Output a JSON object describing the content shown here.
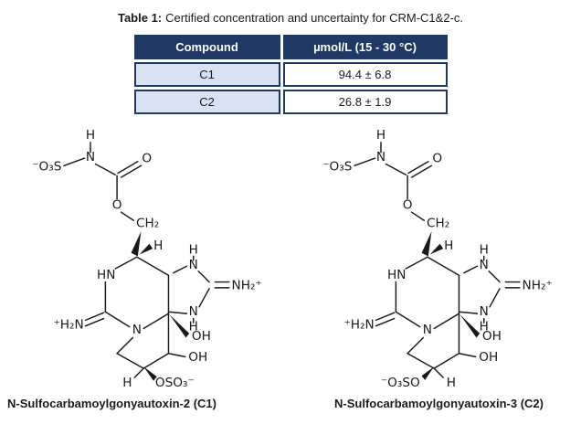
{
  "caption": {
    "label": "Table 1:",
    "text": "Certified concentration and uncertainty for CRM-C1&2-c."
  },
  "table": {
    "headers": [
      "Compound",
      "µmol/L (15 - 30 °C)"
    ],
    "rows": [
      {
        "compound": "C1",
        "value": "94.4 ± 6.8"
      },
      {
        "compound": "C2",
        "value": "26.8 ± 1.9"
      }
    ],
    "colors": {
      "header_bg": "#1F3864",
      "header_text": "#FFFFFF",
      "row_label_bg": "#D9E2F3",
      "border": "#1F3864"
    }
  },
  "molecules": [
    {
      "caption": "N-Sulfocarbamoylgonyautoxin-2 (C1)",
      "labels": {
        "sulfamate": "⁻O₃S",
        "nh_h": "H",
        "nh_n": "N",
        "carbonyl_o": "O",
        "ester_o": "O",
        "methylene": "CH₂",
        "ring_h_left": "H",
        "hn": "HN",
        "h2n_plus": "⁺H₂N",
        "ring_n": "N",
        "imid_h_top": "H",
        "imid_n_top": "N",
        "nh2_plus": "NH₂⁺",
        "imid_n_bottom": "N",
        "imid_h_bottom": "H",
        "oh_upper": "OH",
        "oh_lower": "OH",
        "bottom_left": "H",
        "bottom_right": "OSO₃⁻"
      }
    },
    {
      "caption": "N-Sulfocarbamoylgonyautoxin-3 (C2)",
      "labels": {
        "sulfamate": "⁻O₃S",
        "nh_h": "H",
        "nh_n": "N",
        "carbonyl_o": "O",
        "ester_o": "O",
        "methylene": "CH₂",
        "ring_h_left": "H",
        "hn": "HN",
        "h2n_plus": "⁺H₂N",
        "ring_n": "N",
        "imid_h_top": "H",
        "imid_n_top": "N",
        "nh2_plus": "NH₂⁺",
        "imid_n_bottom": "N",
        "imid_h_bottom": "H",
        "oh_upper": "OH",
        "oh_lower": "OH",
        "bottom_left": "⁻O₃SO",
        "bottom_right": "H"
      }
    }
  ]
}
